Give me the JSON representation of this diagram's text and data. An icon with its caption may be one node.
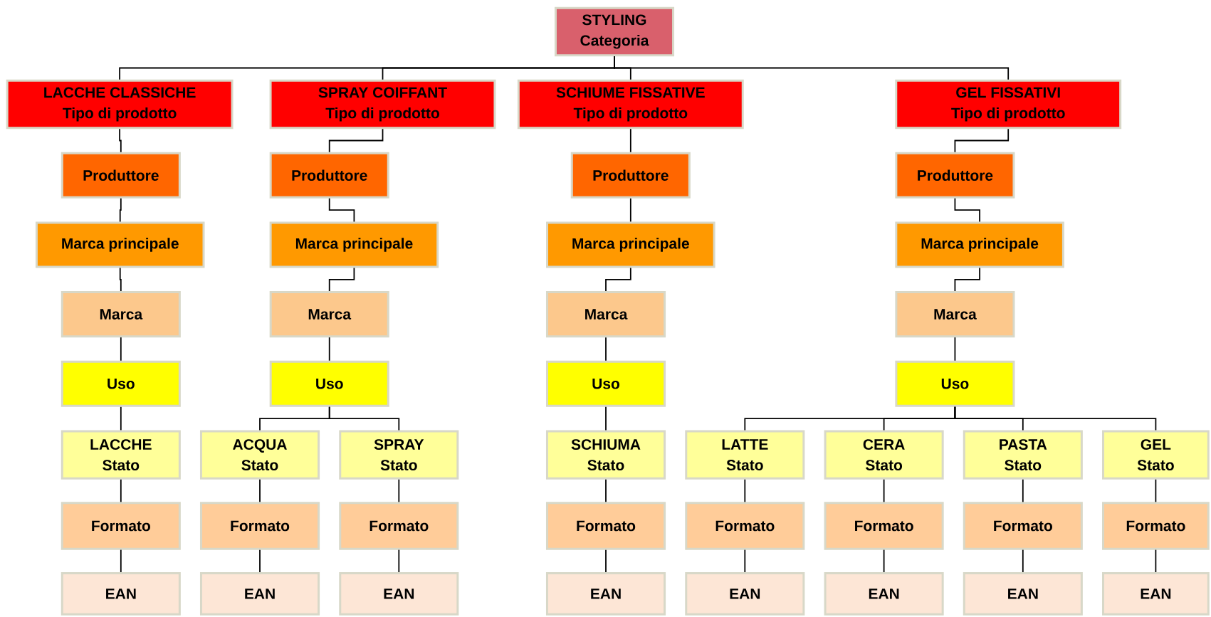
{
  "diagram": {
    "nodes": [
      {
        "text": [
          "STYLING",
          "Categoria"
        ]
      },
      {
        "text": [
          "LACCHE CLASSICHE",
          "Tipo di prodotto"
        ]
      },
      {
        "text": [
          "SPRAY COIFFANT",
          "Tipo di prodotto"
        ]
      },
      {
        "text": [
          "SCHIUME FISSATIVE",
          "Tipo di prodotto"
        ]
      },
      {
        "text": [
          "GEL FISSATIVI",
          "Tipo di prodotto"
        ]
      },
      {
        "text": [
          "Produttore"
        ]
      },
      {
        "text": [
          "Marca principale"
        ]
      },
      {
        "text": [
          "Marca"
        ]
      },
      {
        "text": [
          "Uso"
        ]
      },
      {
        "text": [
          "LACCHE",
          "Stato"
        ]
      },
      {
        "text": [
          "Formato"
        ]
      },
      {
        "text": [
          "EAN"
        ]
      },
      {
        "text": [
          "Produttore"
        ]
      },
      {
        "text": [
          "Marca principale"
        ]
      },
      {
        "text": [
          "Marca"
        ]
      },
      {
        "text": [
          "Uso"
        ]
      },
      {
        "text": [
          "ACQUA",
          "Stato"
        ]
      },
      {
        "text": [
          "Formato"
        ]
      },
      {
        "text": [
          "EAN"
        ]
      },
      {
        "text": [
          "SPRAY",
          "Stato"
        ]
      },
      {
        "text": [
          "Formato"
        ]
      },
      {
        "text": [
          "EAN"
        ]
      },
      {
        "text": [
          "Produttore"
        ]
      },
      {
        "text": [
          "Marca principale"
        ]
      },
      {
        "text": [
          "Marca"
        ]
      },
      {
        "text": [
          "Uso"
        ]
      },
      {
        "text": [
          "SCHIUMA",
          "Stato"
        ]
      },
      {
        "text": [
          "Formato"
        ]
      },
      {
        "text": [
          "EAN"
        ]
      },
      {
        "text": [
          "Produttore"
        ]
      },
      {
        "text": [
          "Marca principale"
        ]
      },
      {
        "text": [
          "Marca"
        ]
      },
      {
        "text": [
          "Uso"
        ]
      },
      {
        "text": [
          "LATTE",
          "Stato"
        ]
      },
      {
        "text": [
          "Formato"
        ]
      },
      {
        "text": [
          "EAN"
        ]
      },
      {
        "text": [
          "CERA",
          "Stato"
        ]
      },
      {
        "text": [
          "Formato"
        ]
      },
      {
        "text": [
          "EAN"
        ]
      },
      {
        "text": [
          "PASTA",
          "Stato"
        ]
      },
      {
        "text": [
          "Formato"
        ]
      },
      {
        "text": [
          "EAN"
        ]
      },
      {
        "text": [
          "GEL",
          "Stato"
        ]
      },
      {
        "text": [
          "Formato"
        ]
      },
      {
        "text": [
          "EAN"
        ]
      }
    ],
    "edges": [
      {
        "from": 0,
        "to": 1,
        "arrow": "none"
      },
      {
        "from": 0,
        "to": 2,
        "arrow": "none"
      },
      {
        "from": 0,
        "to": 3,
        "arrow": "none"
      },
      {
        "from": 0,
        "to": 4,
        "arrow": "none"
      },
      {
        "from": 1,
        "to": 5,
        "arrow": "none"
      },
      {
        "from": 5,
        "to": 6,
        "arrow": "none"
      },
      {
        "from": 6,
        "to": 7,
        "arrow": "none"
      },
      {
        "from": 7,
        "to": 8,
        "arrow": "none"
      },
      {
        "from": 8,
        "to": 9,
        "arrow": "none"
      },
      {
        "from": 9,
        "to": 10,
        "arrow": "none"
      },
      {
        "from": 10,
        "to": 11,
        "arrow": "none"
      },
      {
        "from": 2,
        "to": 12,
        "arrow": "none"
      },
      {
        "from": 12,
        "to": 13,
        "arrow": "none"
      },
      {
        "from": 13,
        "to": 14,
        "arrow": "none"
      },
      {
        "from": 14,
        "to": 15,
        "arrow": "none"
      },
      {
        "from": 15,
        "to": 16,
        "arrow": "none"
      },
      {
        "from": 16,
        "to": 17,
        "arrow": "none"
      },
      {
        "from": 17,
        "to": 18,
        "arrow": "none"
      },
      {
        "from": 15,
        "to": 19,
        "arrow": "none"
      },
      {
        "from": 19,
        "to": 20,
        "arrow": "none"
      },
      {
        "from": 20,
        "to": 21,
        "arrow": "none"
      },
      {
        "from": 3,
        "to": 22,
        "arrow": "none"
      },
      {
        "from": 22,
        "to": 23,
        "arrow": "none"
      },
      {
        "from": 23,
        "to": 24,
        "arrow": "none"
      },
      {
        "from": 24,
        "to": 25,
        "arrow": "none"
      },
      {
        "from": 25,
        "to": 26,
        "arrow": "none"
      },
      {
        "from": 26,
        "to": 27,
        "arrow": "none"
      },
      {
        "from": 27,
        "to": 28,
        "arrow": "none"
      },
      {
        "from": 4,
        "to": 29,
        "arrow": "none"
      },
      {
        "from": 29,
        "to": 30,
        "arrow": "none"
      },
      {
        "from": 30,
        "to": 31,
        "arrow": "none"
      },
      {
        "from": 31,
        "to": 32,
        "arrow": "none"
      },
      {
        "from": 32,
        "to": 33,
        "arrow": "none"
      },
      {
        "from": 33,
        "to": 34,
        "arrow": "none"
      },
      {
        "from": 34,
        "to": 35,
        "arrow": "none"
      },
      {
        "from": 32,
        "to": 36,
        "arrow": "none"
      },
      {
        "from": 36,
        "to": 37,
        "arrow": "none"
      },
      {
        "from": 37,
        "to": 38,
        "arrow": "none"
      },
      {
        "from": 32,
        "to": 39,
        "arrow": "none"
      },
      {
        "from": 39,
        "to": 40,
        "arrow": "none"
      },
      {
        "from": 40,
        "to": 41,
        "arrow": "none"
      },
      {
        "from": 32,
        "to": 42,
        "arrow": "none"
      },
      {
        "from": 42,
        "to": 43,
        "arrow": "none"
      },
      {
        "from": 43,
        "to": 44,
        "arrow": "none"
      }
    ]
  }
}
